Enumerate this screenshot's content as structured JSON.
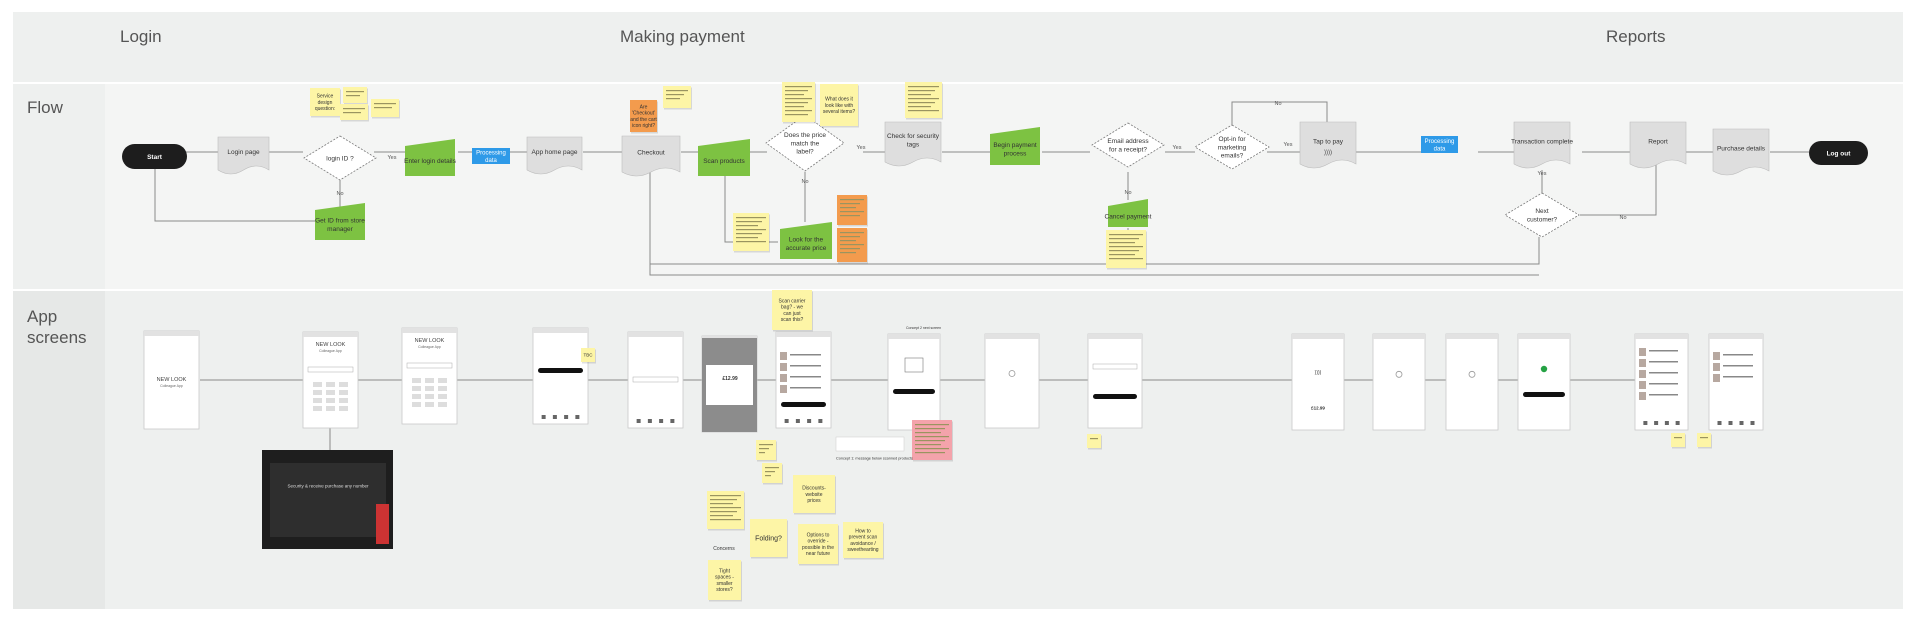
{
  "sections": {
    "login": "Login",
    "payment": "Making payment",
    "reports": "Reports"
  },
  "lanes": {
    "flow": "Flow",
    "app": "App screens"
  },
  "flow": {
    "start": "Start",
    "login_page": "Login page",
    "login_id": [
      "login ID ?"
    ],
    "yes": "Yes",
    "no": "No",
    "enter_login": [
      "Enter login details"
    ],
    "processing_1": [
      "Processing",
      "data"
    ],
    "get_id": [
      "Get ID from store",
      "manager"
    ],
    "app_home": "App home page",
    "checkout": "Checkout",
    "scan_products": "Scan products",
    "price_match": [
      "Does the price",
      "match the",
      "label?"
    ],
    "look_accurate": [
      "Look for the",
      "accurate price"
    ],
    "check_tags": [
      "Check for security",
      "tags"
    ],
    "begin_payment": [
      "Begin payment",
      "process"
    ],
    "email_receipt": [
      "Email address",
      "for a receipt?"
    ],
    "cancel_payment": "Cancel payment",
    "opt_in": [
      "Opt-in for",
      "marketing",
      "emails?"
    ],
    "tap_to_pay": "Tap to pay",
    "processing_2": [
      "Processing",
      "data"
    ],
    "transaction_complete": "Transaction complete",
    "next_customer": [
      "Next",
      "customer?"
    ],
    "report": "Report",
    "purchase_details": "Purchase details",
    "log_out": "Log out"
  },
  "notes": {
    "service_design": [
      "Service",
      "design",
      "question:"
    ],
    "are_checkout": [
      "Are",
      "'Checkout'",
      "and the cart",
      "icon right?"
    ],
    "what_look": [
      "What does it",
      "look like with",
      "several items?"
    ],
    "scan_carrier": [
      "Scan carrier",
      "bag? - we",
      "can just",
      "scan this?"
    ],
    "discounts": [
      "Discounts-",
      "website",
      "prices"
    ],
    "folding": [
      "Folding?"
    ],
    "options_override": [
      "Options to",
      "override -",
      "possible in the",
      "near future"
    ],
    "prevent_scan": [
      "How to",
      "prevent scan",
      "avoidance /",
      "sweethearting"
    ],
    "tight_spaces": [
      "Tight",
      "spaces -",
      "smaller",
      "stores?"
    ],
    "concerns": [
      "Concerns"
    ],
    "tbc": "TBC"
  },
  "screens": {
    "brand": "NEW LOOK",
    "colleague_app": "Colleague App",
    "concept1": "Concept 1",
    "concept1_text": "message below scanned products",
    "concept2": "Concept 2",
    "concept2_text": "next screen",
    "price": "£12.99",
    "security_banner": "Security & receive purchase any number"
  },
  "colors": {
    "green": "#7dc242",
    "blue": "#2e9ae8",
    "sticky": "#fdf5a6",
    "orange": "#f39b4d",
    "pink": "#f4a3ab",
    "start": "#1d1d1d"
  }
}
